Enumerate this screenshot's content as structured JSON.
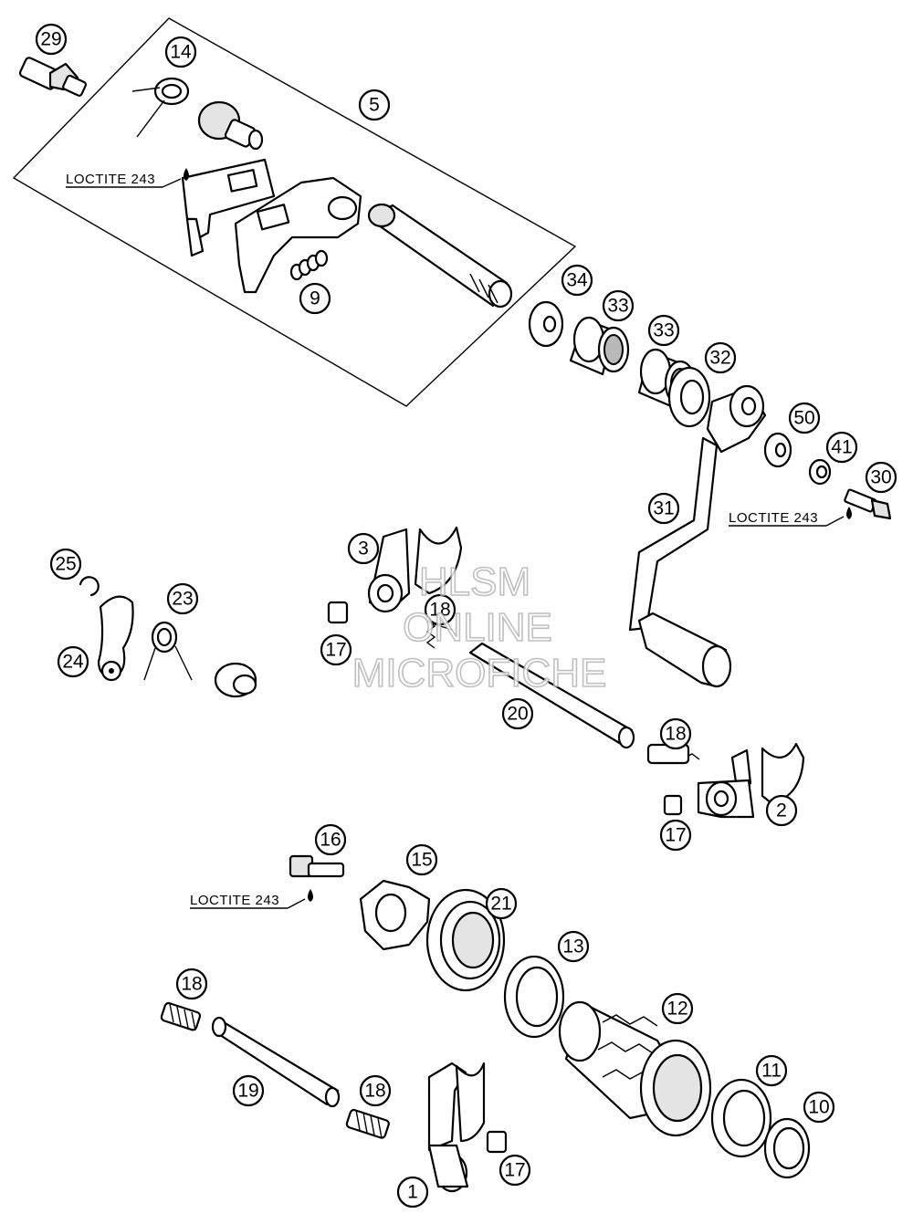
{
  "watermark": {
    "line1": "HLSM",
    "line2": "ONLINE",
    "line3": "MICROFICHE"
  },
  "loctite_labels": [
    {
      "id": "loctite-1",
      "text": "LOCTITE 243"
    },
    {
      "id": "loctite-2",
      "text": "LOCTITE 243"
    },
    {
      "id": "loctite-3",
      "text": "LOCTITE 243"
    }
  ],
  "callouts": [
    {
      "id": "c29",
      "number": "29"
    },
    {
      "id": "c14",
      "number": "14"
    },
    {
      "id": "c5",
      "number": "5"
    },
    {
      "id": "c9",
      "number": "9"
    },
    {
      "id": "c34",
      "number": "34"
    },
    {
      "id": "c33a",
      "number": "33"
    },
    {
      "id": "c33b",
      "number": "33"
    },
    {
      "id": "c32",
      "number": "32"
    },
    {
      "id": "c50",
      "number": "50"
    },
    {
      "id": "c41",
      "number": "41"
    },
    {
      "id": "c30",
      "number": "30"
    },
    {
      "id": "c31",
      "number": "31"
    },
    {
      "id": "c25",
      "number": "25"
    },
    {
      "id": "c23",
      "number": "23"
    },
    {
      "id": "c24",
      "number": "24"
    },
    {
      "id": "c3",
      "number": "3"
    },
    {
      "id": "c18a",
      "number": "18"
    },
    {
      "id": "c17a",
      "number": "17"
    },
    {
      "id": "c20",
      "number": "20"
    },
    {
      "id": "c18b",
      "number": "18"
    },
    {
      "id": "c2",
      "number": "2"
    },
    {
      "id": "c17b",
      "number": "17"
    },
    {
      "id": "c16",
      "number": "16"
    },
    {
      "id": "c15",
      "number": "15"
    },
    {
      "id": "c21",
      "number": "21"
    },
    {
      "id": "c13",
      "number": "13"
    },
    {
      "id": "c12",
      "number": "12"
    },
    {
      "id": "c18c",
      "number": "18"
    },
    {
      "id": "c19",
      "number": "19"
    },
    {
      "id": "c18d",
      "number": "18"
    },
    {
      "id": "c11",
      "number": "11"
    },
    {
      "id": "c10",
      "number": "10"
    },
    {
      "id": "c1",
      "number": "1"
    },
    {
      "id": "c17c",
      "number": "17"
    }
  ]
}
